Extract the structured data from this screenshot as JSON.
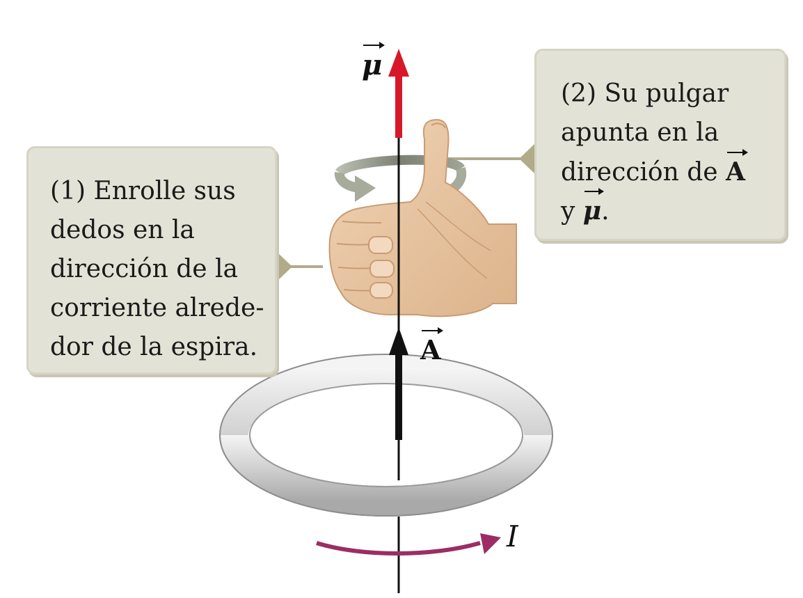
{
  "labels": {
    "mu": "μ",
    "area": "A",
    "current": "I"
  },
  "callout_left": {
    "lines": [
      "(1) Enrolle sus",
      "dedos en la",
      "dirección de la",
      "corriente alrede-",
      "dor de la espira."
    ]
  },
  "callout_right": {
    "lines": [
      "(2) Su pulgar",
      "apunta en la",
      "dirección de",
      "y"
    ],
    "inline_symbol_A": "A",
    "inline_symbol_mu": "μ",
    "trailing_period": "."
  },
  "colors": {
    "mu_arrow": "#d7182a",
    "area_arrow": "#111111",
    "current_arrow": "#9b2d64",
    "callout_fill": "#e3e2d6",
    "callout_pointer": "#b1ab8a",
    "ring": "#d9d9d9",
    "skin": "#e8c7a3"
  }
}
